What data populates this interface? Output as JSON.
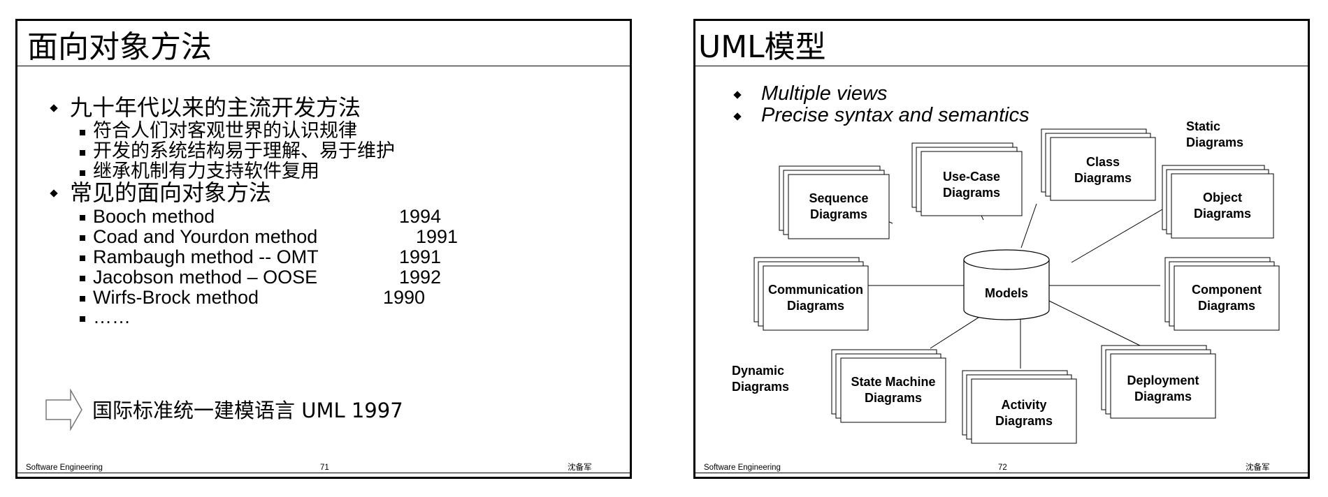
{
  "slides": [
    {
      "title": "面向对象方法",
      "bullets": [
        {
          "text": "九十年代以来的主流开发方法",
          "sub": [
            "符合人们对客观世界的认识规律",
            "开发的系统结构易于理解、易于维护",
            "继承机制有力支持软件复用"
          ]
        },
        {
          "text": "常见的面向对象方法",
          "methods": [
            {
              "name": "Booch method",
              "year": "1994"
            },
            {
              "name": "Coad and Yourdon method",
              "year": "1991"
            },
            {
              "name": "Rambaugh method  -- OMT",
              "year": "1991"
            },
            {
              "name": "Jacobson method – OOSE",
              "year": "1992"
            },
            {
              "name": "Wirfs-Brock method",
              "year": "1990"
            },
            {
              "name": "……",
              "year": ""
            }
          ]
        }
      ],
      "conclusion": "国际标准统一建模语言 UML  1997",
      "footer": {
        "left": "Software Engineering",
        "page": "71",
        "author": "沈备军"
      }
    },
    {
      "title": "UML模型",
      "bullets": [
        "Multiple views",
        "Precise syntax and semantics"
      ],
      "diagram": {
        "center": "Models",
        "static_label": [
          "Static",
          "Diagrams"
        ],
        "dynamic_label": [
          "Dynamic",
          "Diagrams"
        ],
        "nodes": [
          {
            "id": "sequence",
            "lines": [
              "Sequence",
              "Diagrams"
            ]
          },
          {
            "id": "use-case",
            "lines": [
              "Use-Case",
              "Diagrams"
            ]
          },
          {
            "id": "class",
            "lines": [
              "Class",
              "Diagrams"
            ]
          },
          {
            "id": "object",
            "lines": [
              "Object",
              "Diagrams"
            ]
          },
          {
            "id": "communication",
            "lines": [
              "Communication",
              "Diagrams"
            ]
          },
          {
            "id": "component",
            "lines": [
              "Component",
              "Diagrams"
            ]
          },
          {
            "id": "state-machine",
            "lines": [
              "State Machine",
              "Diagrams"
            ]
          },
          {
            "id": "activity",
            "lines": [
              "Activity",
              "Diagrams"
            ]
          },
          {
            "id": "deployment",
            "lines": [
              "Deployment",
              "Diagrams"
            ]
          }
        ]
      },
      "footer": {
        "left": "Software Engineering",
        "page": "72",
        "author": "沈备军"
      }
    }
  ]
}
